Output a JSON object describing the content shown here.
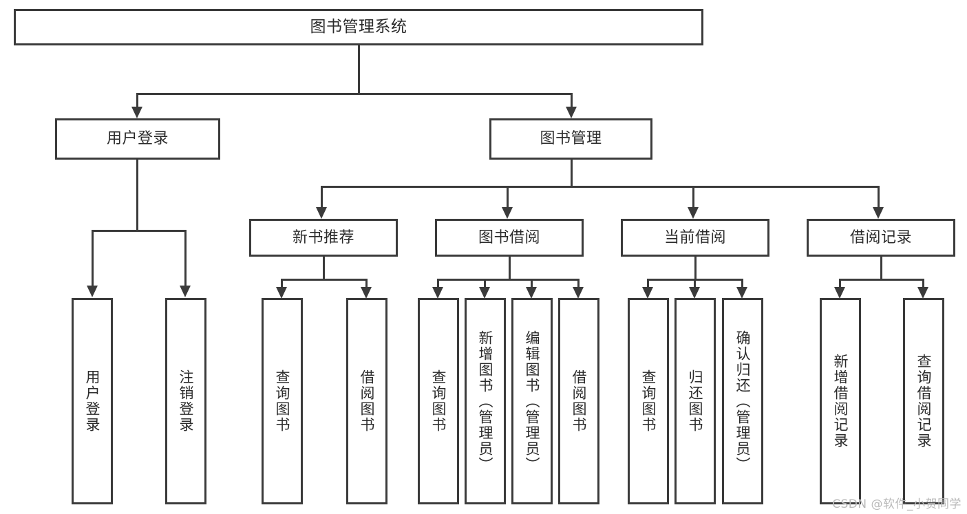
{
  "diagram": {
    "kind": "tree-hierarchy-chart",
    "title": "图书管理系统",
    "watermark": "CSDN @软件_小贺同学",
    "colors": {
      "stroke": "#3b3b3b",
      "fill": "#ffffff",
      "text": "#2b2b2b",
      "watermark": "#b9b9b9",
      "background": "#ffffff"
    },
    "root": {
      "label": "图书管理系统"
    },
    "level2": [
      {
        "id": "user-login",
        "label": "用户登录"
      },
      {
        "id": "book-manage",
        "label": "图书管理"
      }
    ],
    "level3": [
      {
        "id": "new-book-rec",
        "label": "新书推荐",
        "parent": "book-manage"
      },
      {
        "id": "book-borrow",
        "label": "图书借阅",
        "parent": "book-manage"
      },
      {
        "id": "current-borrow",
        "label": "当前借阅",
        "parent": "book-manage"
      },
      {
        "id": "borrow-record",
        "label": "借阅记录",
        "parent": "book-manage"
      }
    ],
    "leaves": {
      "user-login": [
        {
          "id": "leaf-user-login",
          "label": "用户登录"
        },
        {
          "id": "leaf-logout",
          "label": "注销登录"
        }
      ],
      "new-book-rec": [
        {
          "id": "leaf-query-book-1",
          "label": "查询图书"
        },
        {
          "id": "leaf-borrow-book-1",
          "label": "借阅图书"
        }
      ],
      "book-borrow": [
        {
          "id": "leaf-query-book-2",
          "label": "查询图书"
        },
        {
          "id": "leaf-add-book",
          "label": "新增图书（管理员）"
        },
        {
          "id": "leaf-edit-book",
          "label": "编辑图书（管理员）"
        },
        {
          "id": "leaf-borrow-book-2",
          "label": "借阅图书"
        }
      ],
      "current-borrow": [
        {
          "id": "leaf-query-book-3",
          "label": "查询图书"
        },
        {
          "id": "leaf-return-book",
          "label": "归还图书"
        },
        {
          "id": "leaf-confirm-return",
          "label": "确认归还（管理员）"
        }
      ],
      "borrow-record": [
        {
          "id": "leaf-add-record",
          "label": "新增借阅记录"
        },
        {
          "id": "leaf-query-record",
          "label": "查询借阅记录"
        }
      ]
    }
  }
}
